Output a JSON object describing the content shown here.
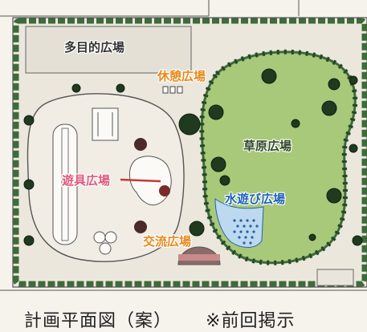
{
  "areas": {
    "multipurpose": {
      "label": "多目的広場",
      "color": "#333333"
    },
    "rest": {
      "label": "休憩広場",
      "color": "#e8891c"
    },
    "meadow": {
      "label": "草原広場",
      "color": "#2f4a2a"
    },
    "playground": {
      "label": "遊具広場",
      "color": "#e0587e"
    },
    "water": {
      "label": "水遊び広場",
      "color": "#1c63b8"
    },
    "exchange": {
      "label": "交流広場",
      "color": "#e8891c"
    }
  },
  "caption": {
    "title": "計画平面図（案）",
    "note": "※前回掲示"
  },
  "colors": {
    "lawn": "#a9c97a",
    "path": "#ece7dc",
    "tree": "#1f3a1f",
    "hedge": "#3d6b3a",
    "water": "#bcd9ef",
    "waterDots": "#2a5fa8"
  }
}
